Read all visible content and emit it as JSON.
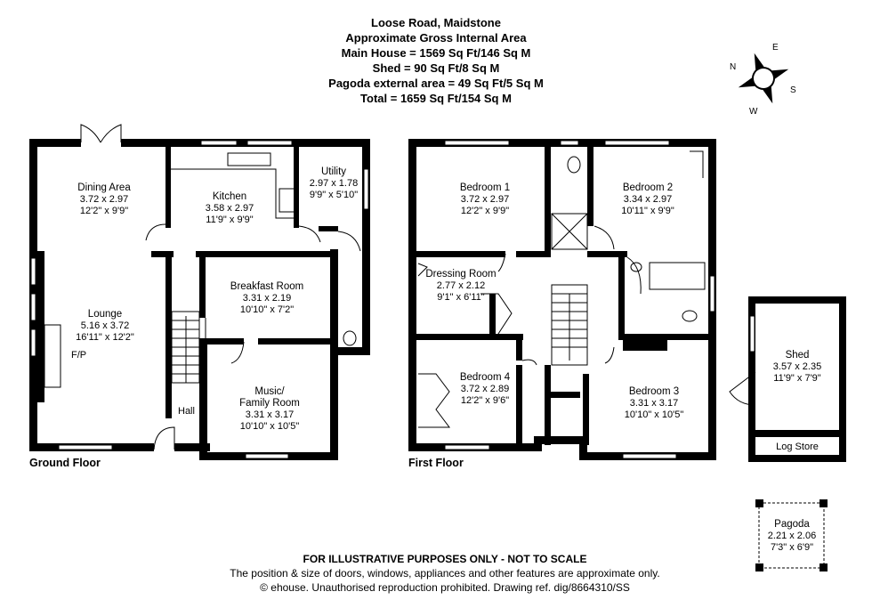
{
  "header": {
    "line1": "Loose Road, Maidstone",
    "line2": "Approximate Gross Internal Area",
    "line3": "Main House = 1569 Sq Ft/146 Sq M",
    "line4": "Shed = 90 Sq Ft/8 Sq M",
    "line5": "Pagoda external area = 49 Sq Ft/5 Sq M",
    "line6": "Total = 1659 Sq Ft/154 Sq M"
  },
  "compass": {
    "n": "N",
    "e": "E",
    "s": "S",
    "w": "W"
  },
  "ground_floor": {
    "label": "Ground Floor",
    "dining": {
      "name": "Dining Area",
      "m": "3.72 x 2.97",
      "ft": "12'2\" x 9'9\""
    },
    "kitchen": {
      "name": "Kitchen",
      "m": "3.58 x 2.97",
      "ft": "11'9\" x 9'9\""
    },
    "utility": {
      "name": "Utility",
      "m": "2.97 x 1.78",
      "ft": "9'9\" x 5'10\""
    },
    "lounge": {
      "name": "Lounge",
      "m": "5.16 x 3.72",
      "ft": "16'11\" x 12'2\""
    },
    "breakfast": {
      "name": "Breakfast Room",
      "m": "3.31 x 2.19",
      "ft": "10'10\" x 7'2\""
    },
    "music": {
      "name1": "Music/",
      "name2": "Family Room",
      "m": "3.31 x 3.17",
      "ft": "10'10\" x 10'5\""
    },
    "hall": "Hall",
    "fp": "F/P"
  },
  "first_floor": {
    "label": "First Floor",
    "bed1": {
      "name": "Bedroom 1",
      "m": "3.72 x 2.97",
      "ft": "12'2\" x 9'9\""
    },
    "bed2": {
      "name": "Bedroom 2",
      "m": "3.34 x 2.97",
      "ft": "10'11\" x 9'9\""
    },
    "dressing": {
      "name": "Dressing Room",
      "m": "2.77 x 2.12",
      "ft": "9'1\" x 6'11\""
    },
    "bed4": {
      "name": "Bedroom 4",
      "m": "3.72 x 2.89",
      "ft": "12'2\" x 9'6\""
    },
    "bed3": {
      "name": "Bedroom 3",
      "m": "3.31 x 3.17",
      "ft": "10'10\" x 10'5\""
    }
  },
  "shed": {
    "name": "Shed",
    "m": "3.57 x 2.35",
    "ft": "11'9\" x 7'9\"",
    "logstore": "Log Store"
  },
  "pagoda": {
    "name": "Pagoda",
    "m": "2.21 x 2.06",
    "ft": "7'3\" x 6'9\""
  },
  "footer": {
    "line1": "FOR ILLUSTRATIVE PURPOSES ONLY - NOT TO SCALE",
    "line2": "The position & size of doors, windows, appliances and other features are approximate only.",
    "line3": "© ehouse. Unauthorised reproduction prohibited. Drawing ref. dig/8664310/SS"
  }
}
